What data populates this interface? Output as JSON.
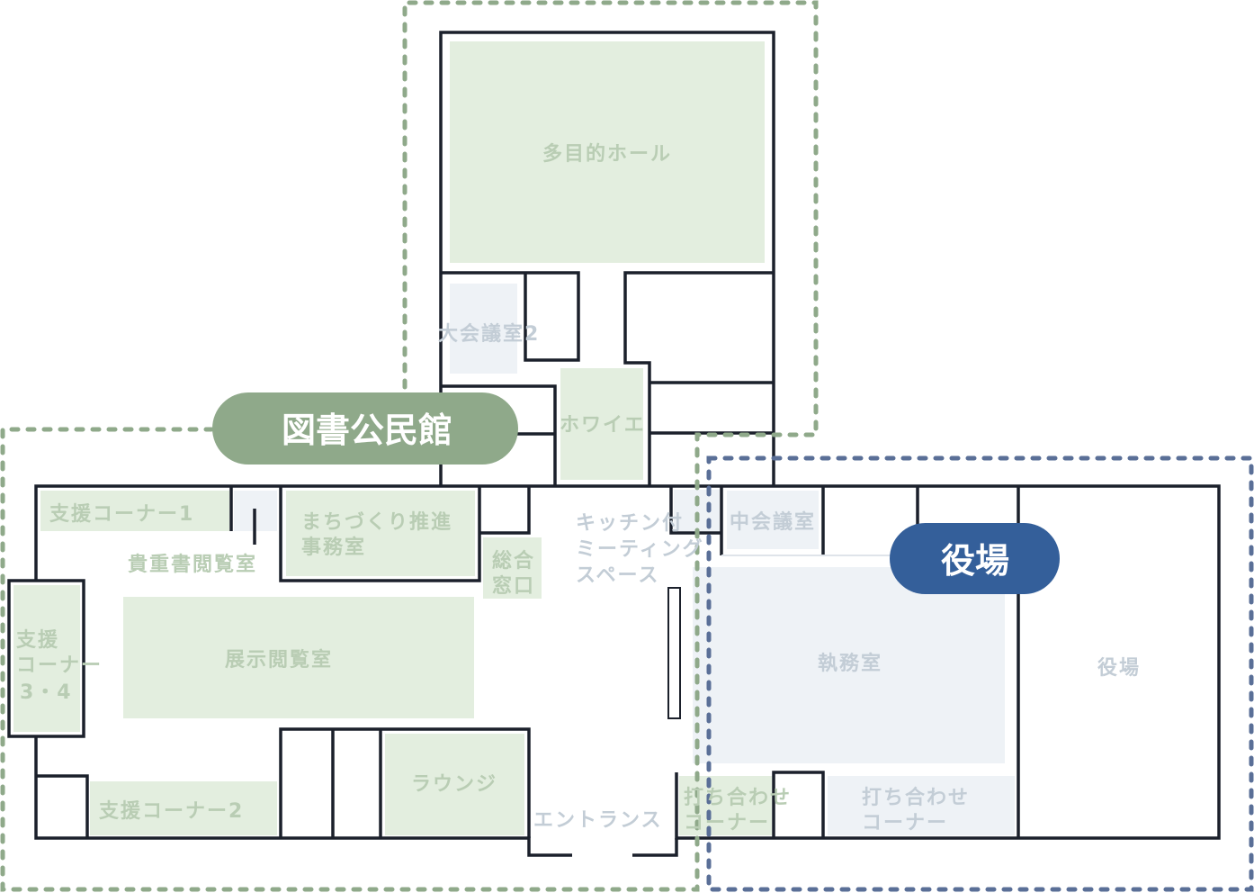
{
  "zones": {
    "library": {
      "label": "図書公民館",
      "color": "#8fa98a"
    },
    "townhall": {
      "label": "役場",
      "color": "#345f9a"
    }
  },
  "rooms": {
    "hall": "多目的ホール",
    "meeting2": "大会議室2",
    "foyer": "ホワイエ",
    "support1": "支援コーナー1",
    "rare_books": "貴重書閲覧室",
    "machizukuri_1": "まちづくり推進",
    "machizukuri_2": "事務室",
    "counter_1": "総合",
    "counter_2": "窓口",
    "kitchen_1": "キッチン付",
    "kitchen_2": "ミーティング",
    "kitchen_3": "スペース",
    "mid_meeting": "中会議室",
    "support34_1": "支援",
    "support34_2": "コーナー",
    "support34_3": "3・4",
    "exhibition": "展示閲覧室",
    "office": "執務室",
    "townhall": "役場",
    "lounge": "ラウンジ",
    "support2": "支援コーナー2",
    "entrance": "エントランス",
    "consult_a_1": "打ち合わせ",
    "consult_a_2": "コーナー",
    "consult_b_1": "打ち合わせ",
    "consult_b_2": "コーナー"
  }
}
